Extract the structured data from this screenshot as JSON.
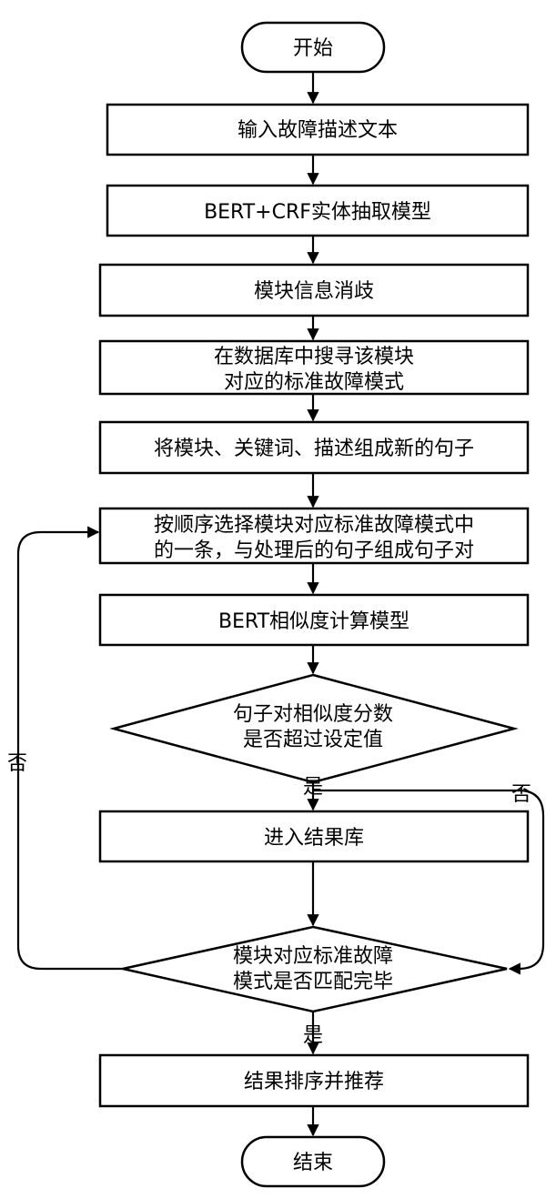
{
  "nodes": {
    "start": "开始",
    "input": "输入故障描述文本",
    "extract": "BERT+CRF实体抽取模型",
    "disambig": "模块信息消歧",
    "search_l1": "在数据库中搜寻该模块",
    "search_l2": "对应的标准故障模式",
    "compose": "将模块、关键词、描述组成新的句子",
    "select_l1": "按顺序选择模块对应标准故障模式中",
    "select_l2": "的一条，与处理后的句子组成句子对",
    "similarity": "BERT相似度计算模型",
    "decision1_l1": "句子对相似度分数",
    "decision1_l2": "是否超过设定值",
    "result_lib": "进入结果库",
    "decision2_l1": "模块对应标准故障",
    "decision2_l2": "模式是否匹配完毕",
    "sort": "结果排序并推荐",
    "end": "结束"
  },
  "labels": {
    "d1_yes": "是",
    "d1_no": "否",
    "d2_yes": "是",
    "d2_no": "否"
  }
}
